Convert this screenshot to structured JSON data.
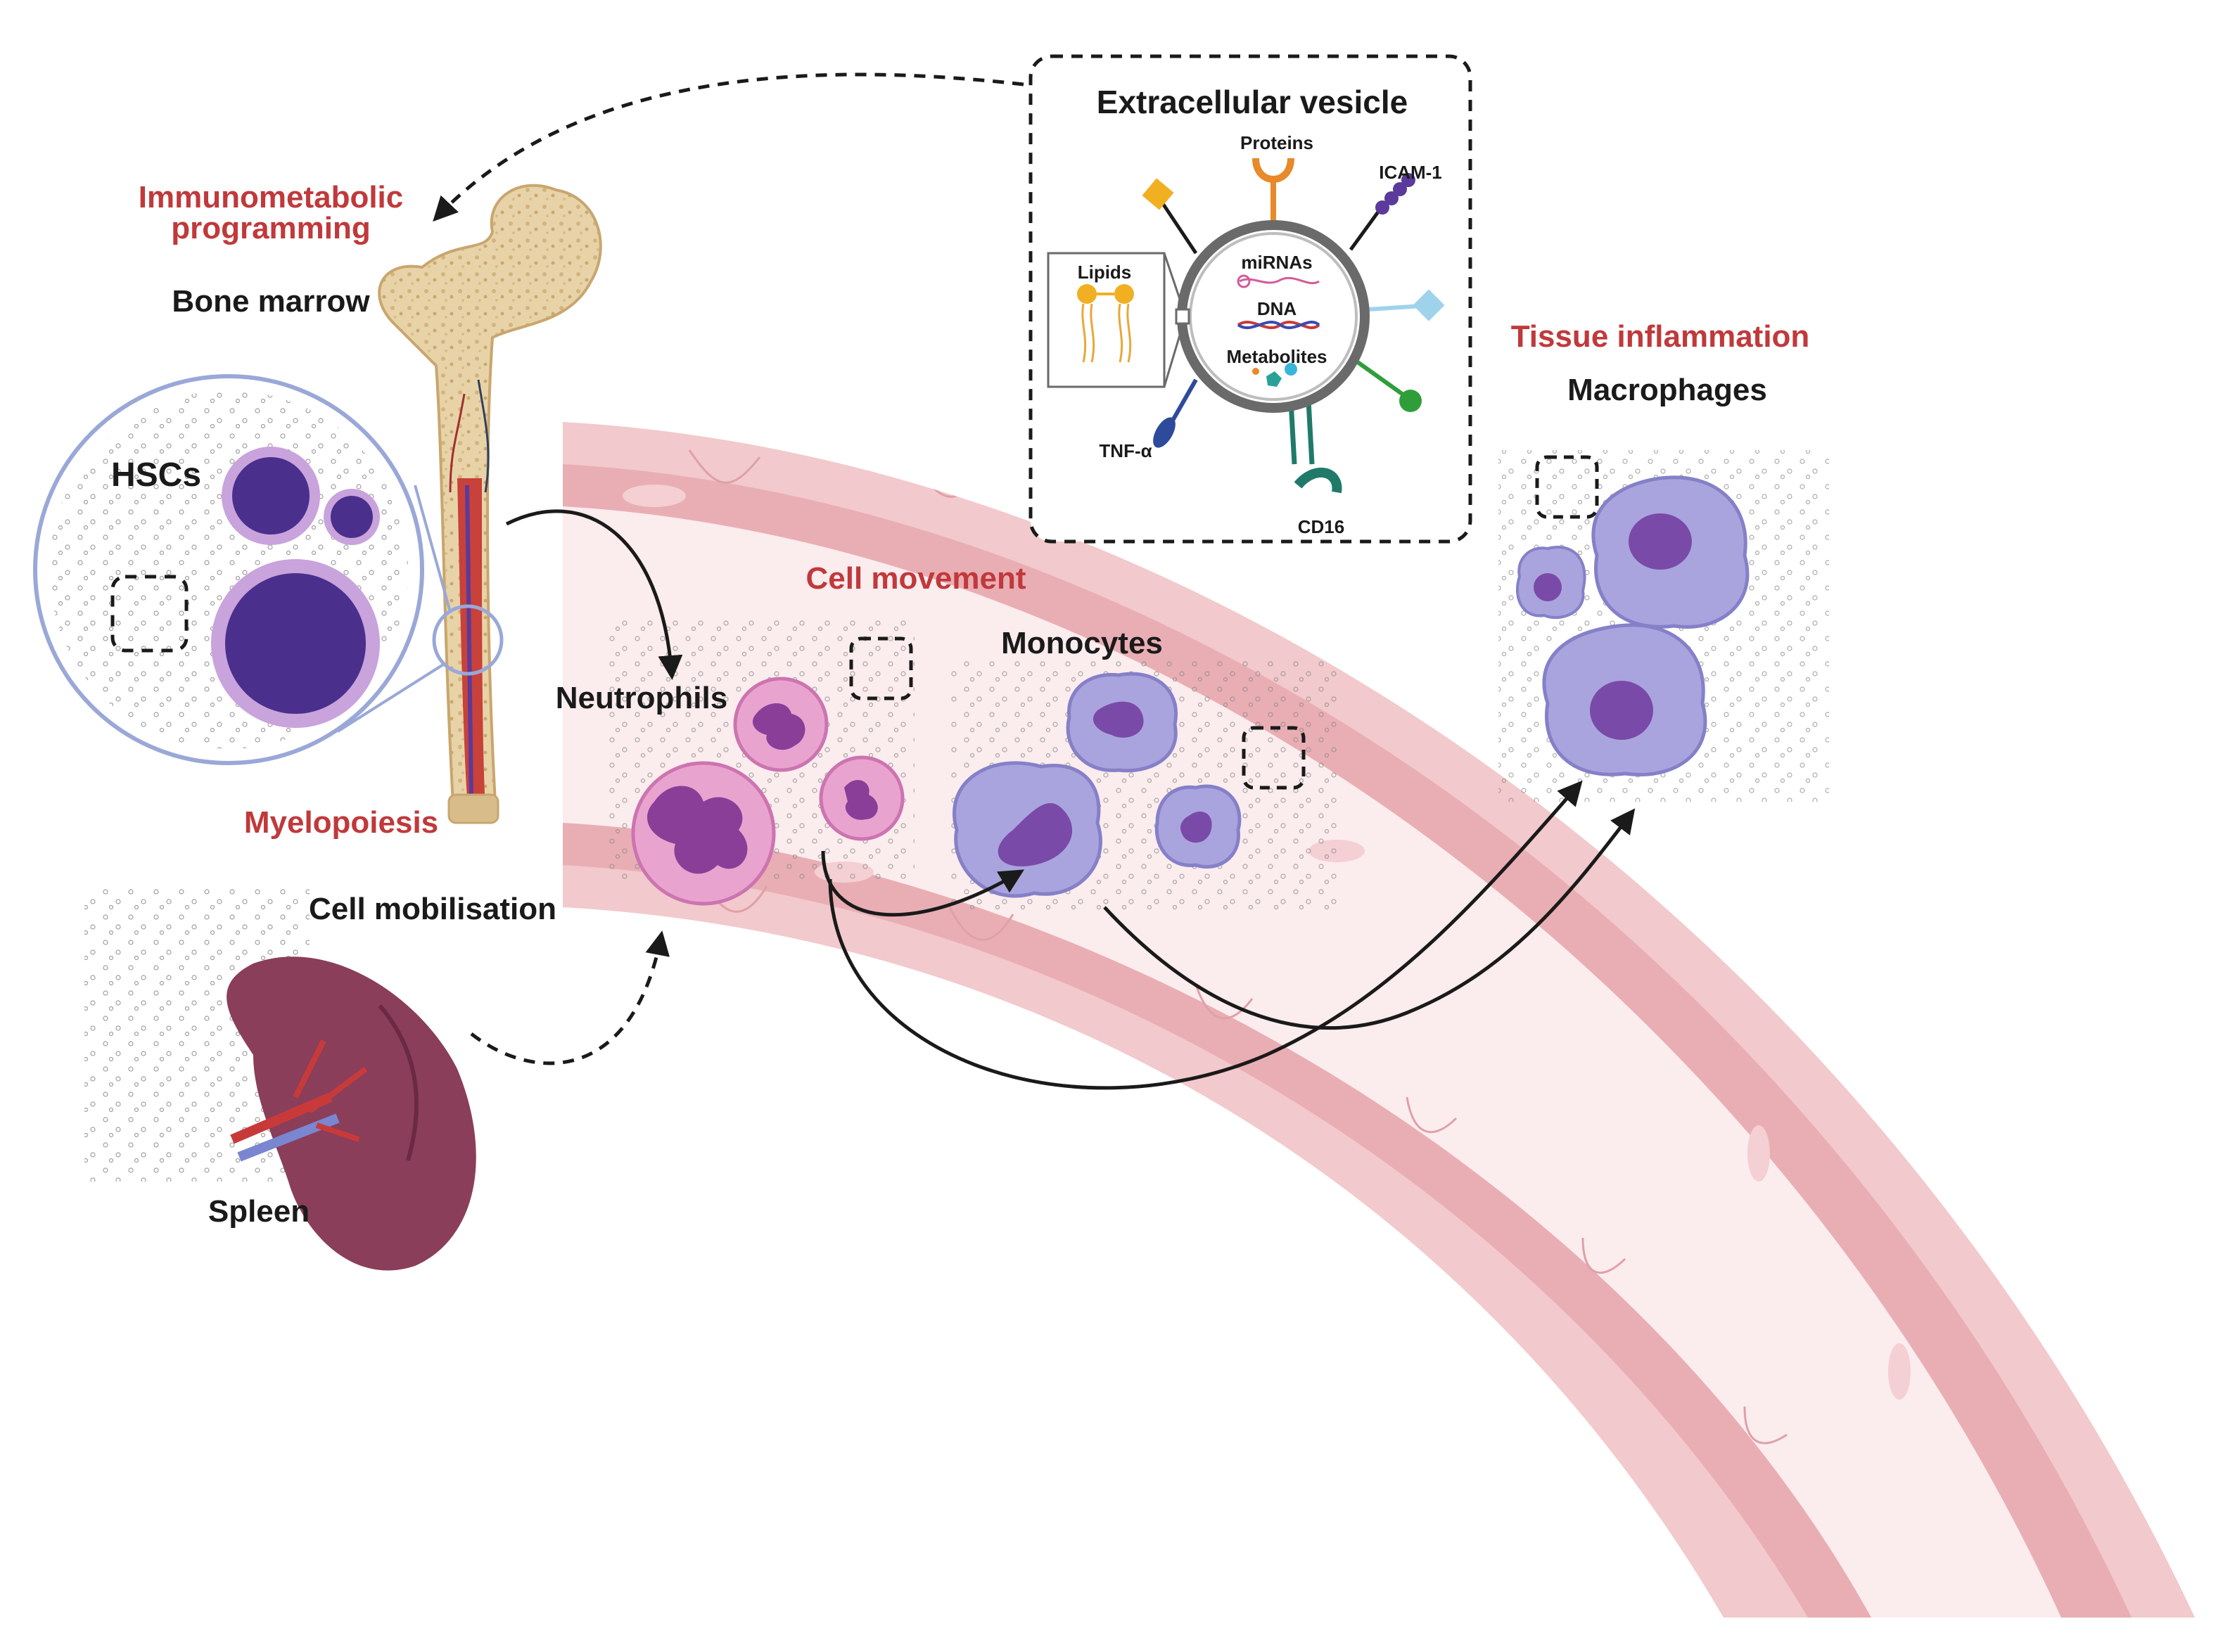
{
  "labels": {
    "immunometabolic": "Immunometabolic",
    "programming": "programming",
    "bone_marrow": "Bone marrow",
    "hscs": "HSCs",
    "myelopoiesis": "Myelopoiesis",
    "cell_mobilisation": "Cell mobilisation",
    "spleen": "Spleen",
    "neutrophils": "Neutrophils",
    "cell_movement": "Cell movement",
    "monocytes": "Monocytes",
    "tissue_inflammation": "Tissue inflammation",
    "macrophages": "Macrophages"
  },
  "vesicle": {
    "title": "Extracellular vesicle",
    "proteins": "Proteins",
    "icam": "ICAM-1",
    "lipids": "Lipids",
    "mirnas": "miRNAs",
    "dna": "DNA",
    "metabolites": "Metabolites",
    "tnf": "TNF-α",
    "cd16": "CD16"
  },
  "colors": {
    "red_label": "#c0393b",
    "vessel_outer": "#e8b4b8",
    "vessel_lumen": "#fbecee",
    "hsc_purple": "#5a3a9a",
    "neutrophil_pink": "#e9a3cf",
    "monocyte_lilac": "#9f9ad8",
    "spleen": "#8a3e5a"
  }
}
